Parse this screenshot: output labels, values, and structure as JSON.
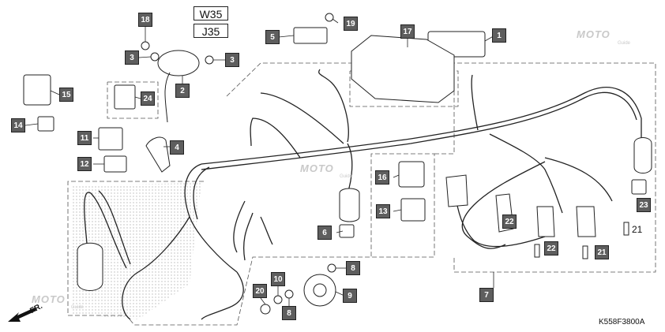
{
  "variants": [
    "W35",
    "J35"
  ],
  "diagram_code": "K558F3800A",
  "direction_label": "FR.",
  "watermark": {
    "main": "MOTO",
    "sub": "Guide"
  },
  "callouts": [
    "1",
    "2",
    "3",
    "3",
    "4",
    "5",
    "6",
    "7",
    "8",
    "8",
    "9",
    "10",
    "11",
    "12",
    "13",
    "14",
    "15",
    "16",
    "17",
    "18",
    "19",
    "20",
    "21",
    "21",
    "22",
    "22",
    "23",
    "24"
  ]
}
